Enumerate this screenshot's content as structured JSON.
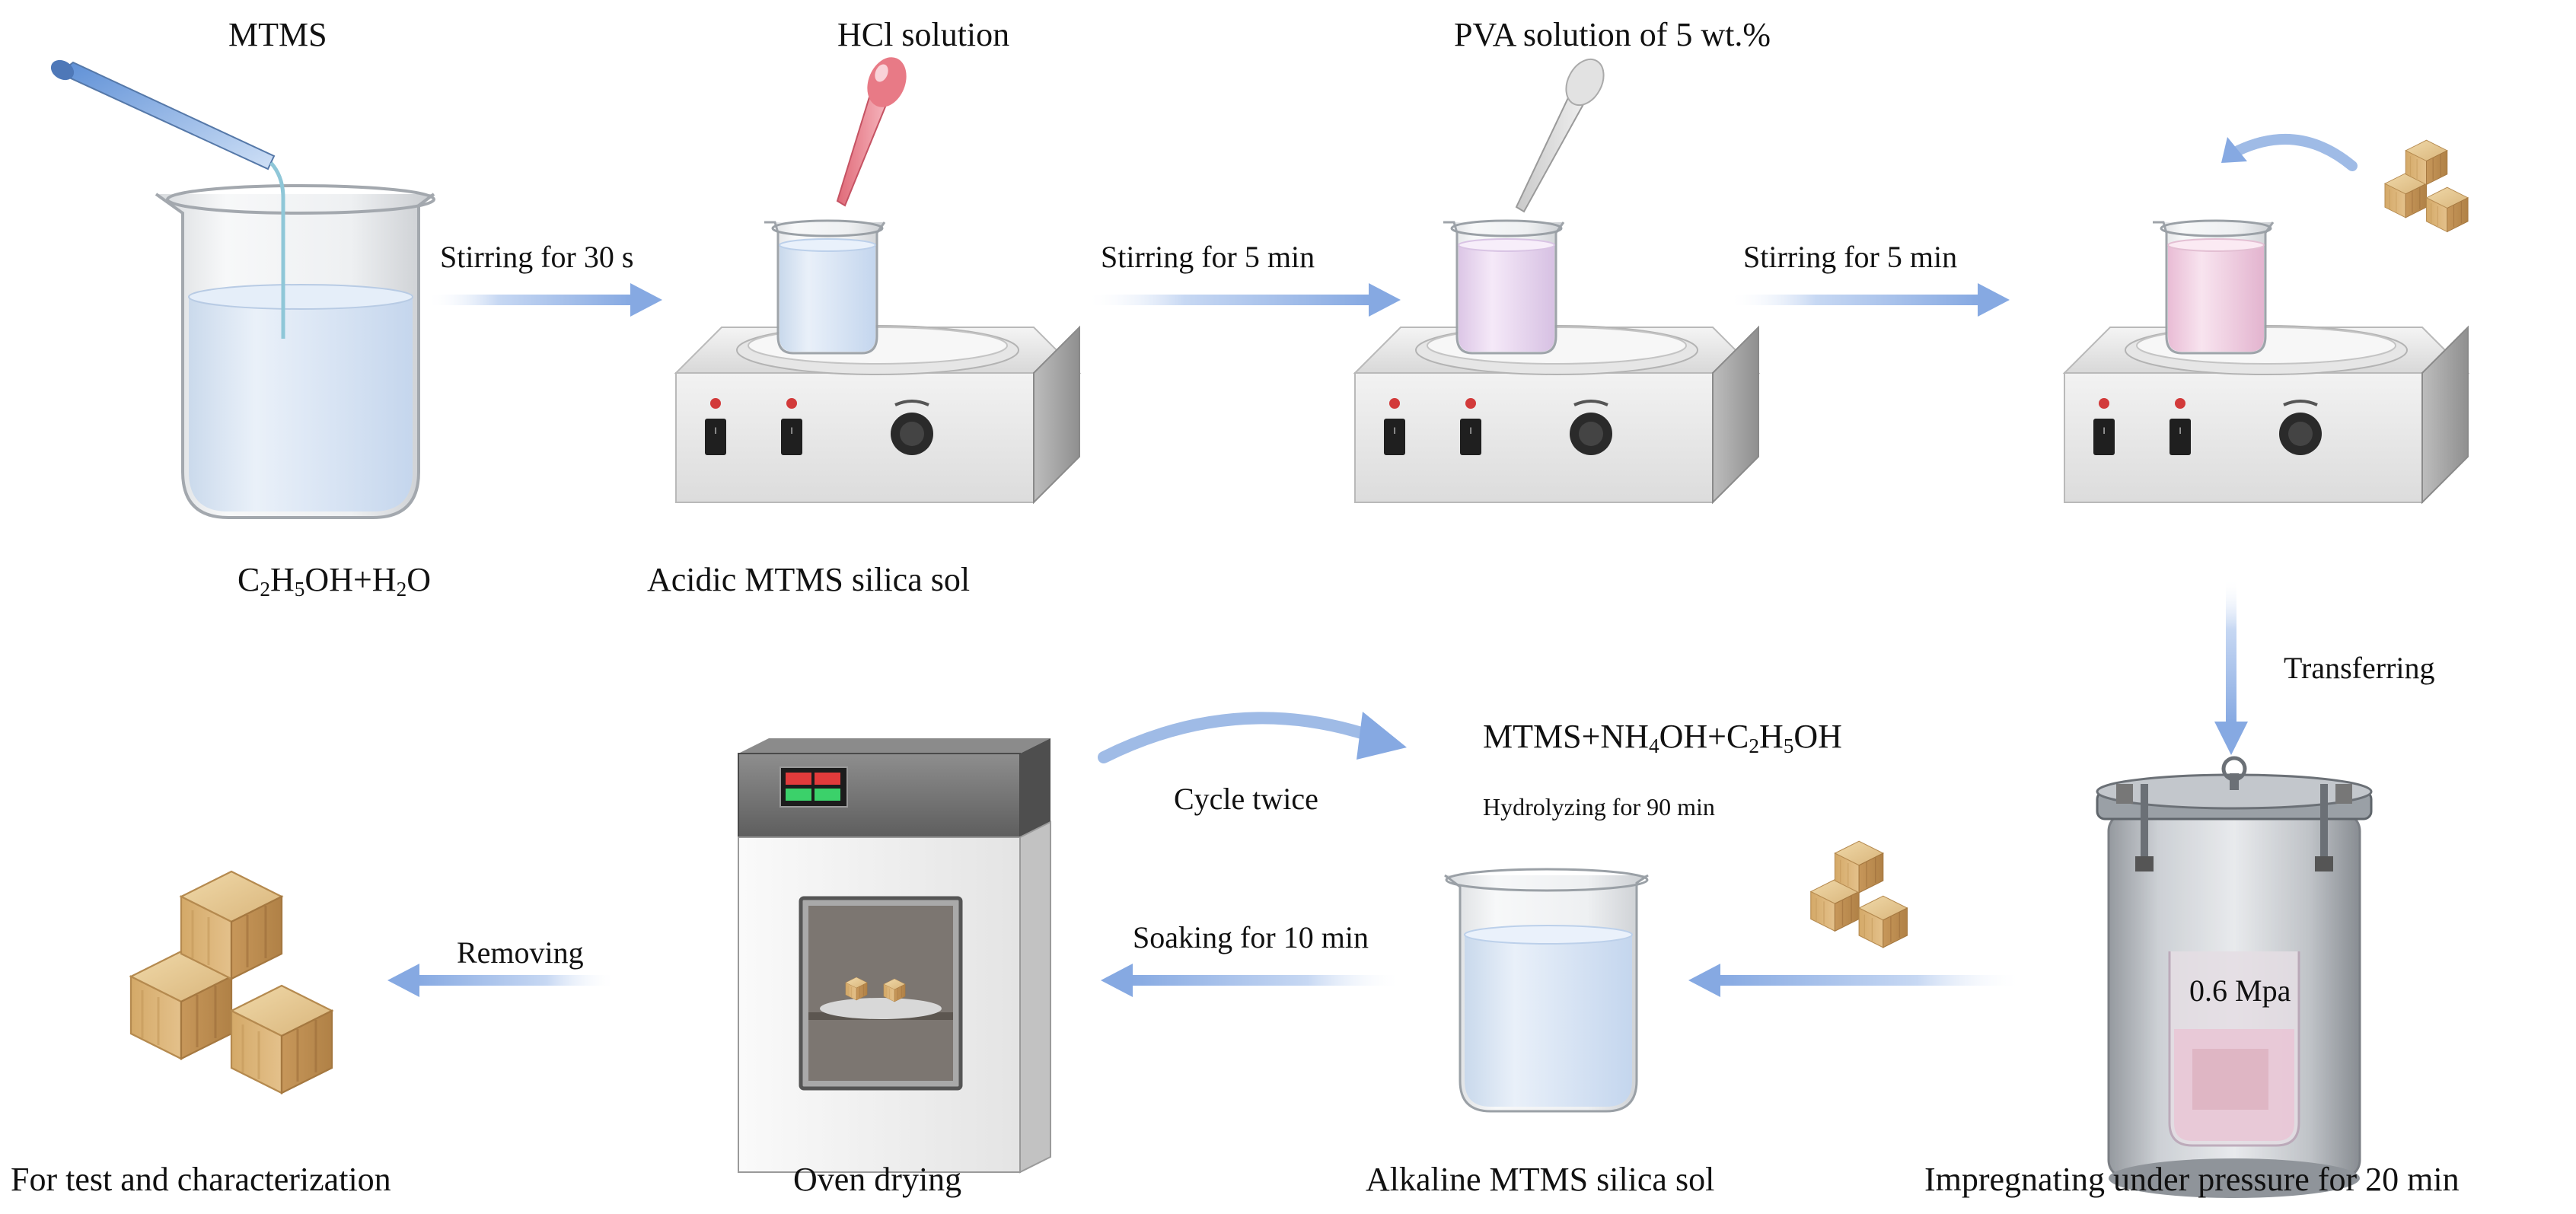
{
  "reagents": {
    "mtms": "MTMS",
    "hcl": "HCl solution",
    "pva": "PVA solution of 5 wt.%"
  },
  "step_labels": {
    "stir_30s": "Stirring for 30 s",
    "stir_5min_a": "Stirring for 5 min",
    "stir_5min_b": "Stirring for 5 min",
    "transferring": "Transferring",
    "cycle_twice": "Cycle twice",
    "hydrolyzing": "Hydrolyzing for 90 min",
    "soaking": "Soaking for 10 min",
    "removing": "Removing"
  },
  "captions": {
    "ethanol_water": "C2H5OH+H2O",
    "ethanol_water_parts": [
      "C",
      "2",
      "H",
      "5",
      "OH+H",
      "2",
      "O"
    ],
    "acidic_sol": "Acidic MTMS silica sol",
    "impregnating": "Impregnating under pressure for 20 min",
    "alkaline_mix": "MTMS+NH4OH+C2H5OH",
    "alkaline_mix_parts": [
      "MTMS+NH",
      "4",
      "OH+C",
      "2",
      "H",
      "5",
      "OH"
    ],
    "alkaline_sol": "Alkaline MTMS silica sol",
    "oven_drying": "Oven drying",
    "final_use": "For test and characterization"
  },
  "vessel_annotation": "0.6 Mpa",
  "colors": {
    "arrow": "#9fbbe6",
    "liquid_clear": "#dce8f6",
    "liquid_acidic": "#c9dcf3",
    "liquid_pva": "#ecd8f2",
    "liquid_wood": "#f1d2e5",
    "wood": "#d9b57d",
    "pipette_hcl": "#e6747f"
  }
}
